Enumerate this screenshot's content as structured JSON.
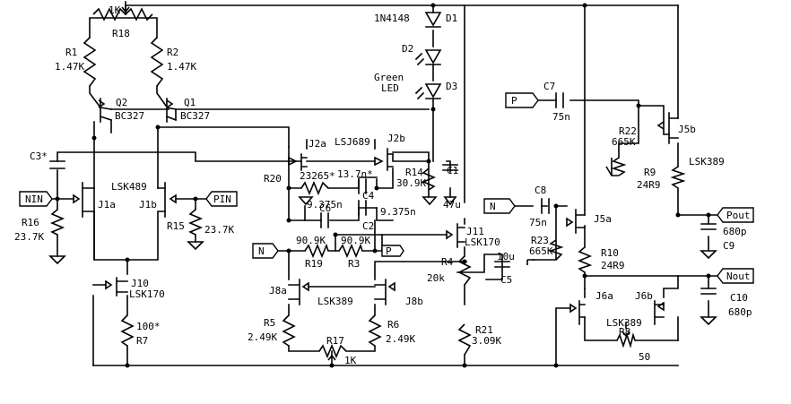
{
  "labels": {
    "r18_val": "1K",
    "r18": "R18",
    "r1": "R1",
    "r1_val": "1.47K",
    "r2": "R2",
    "r2_val": "1.47K",
    "q2": "Q2",
    "q2_part": "BC327",
    "q1": "Q1",
    "q1_part": "BC327",
    "d1_part": "1N4148",
    "d1": "D1",
    "d2": "D2",
    "led_line1": "Green",
    "led_line2": "LED",
    "d3": "D3",
    "c3": "C3*",
    "nin": "NIN",
    "pin": "PIN",
    "j1_part": "LSK489",
    "j1a": "J1a",
    "j1b": "J1b",
    "r16": "R16",
    "r16_val": "23.7K",
    "r15": "R15",
    "r15_val": "23.7K",
    "j10": "J10",
    "j10_part": "LSK170",
    "r7_val": "100*",
    "r7": "R7",
    "j2a": "J2a",
    "j2_part": "LSJ689",
    "j2b": "J2b",
    "r20": "R20",
    "r20_val": "23265*",
    "c4_val": "13.7n*",
    "c4": "C4",
    "r14": "R14",
    "r14_val": "30.9K",
    "c1": "C1",
    "c1_val": "47u",
    "c6": "C6",
    "c6_val": "9.375n",
    "c2": "C2",
    "c2_val": "9.375n",
    "n_left": "N",
    "p_mid": "P",
    "r19_val": "90.9K",
    "r19": "R19",
    "r3_val": "90.9K",
    "r3": "R3",
    "j11": "J11",
    "j11_part": "LSK170",
    "r4": "R4",
    "r4_val": "20k",
    "c5_val": "10u",
    "c5": "C5",
    "j8a": "J8a",
    "j8_part": "LSK389",
    "j8b": "J8b",
    "r5": "R5",
    "r5_val": "2.49K",
    "r6": "R6",
    "r6_val": "2.49K",
    "r17": "R17",
    "r17_val": "1K",
    "r21": "R21",
    "r21_val": "3.09K",
    "p_in": "P",
    "c7": "C7",
    "c7_val": "75n",
    "r22": "R22",
    "r22_val": "665K",
    "j5b": "J5b",
    "j5_part": "LSK389",
    "r9": "R9",
    "r9_val": "24R9",
    "n_in": "N",
    "c8": "C8",
    "c8_val": "75n",
    "j5a": "J5a",
    "r23": "R23",
    "r23_val": "665K",
    "r10": "R10",
    "r10_val": "24R9",
    "pout": "Pout",
    "c9_val": "680p",
    "c9": "C9",
    "nout": "Nout",
    "c10": "C10",
    "c10_val": "680p",
    "j6a": "J6a",
    "j6b": "J6b",
    "j6_part": "LSK389",
    "r8": "R8",
    "r8_val": "50"
  }
}
